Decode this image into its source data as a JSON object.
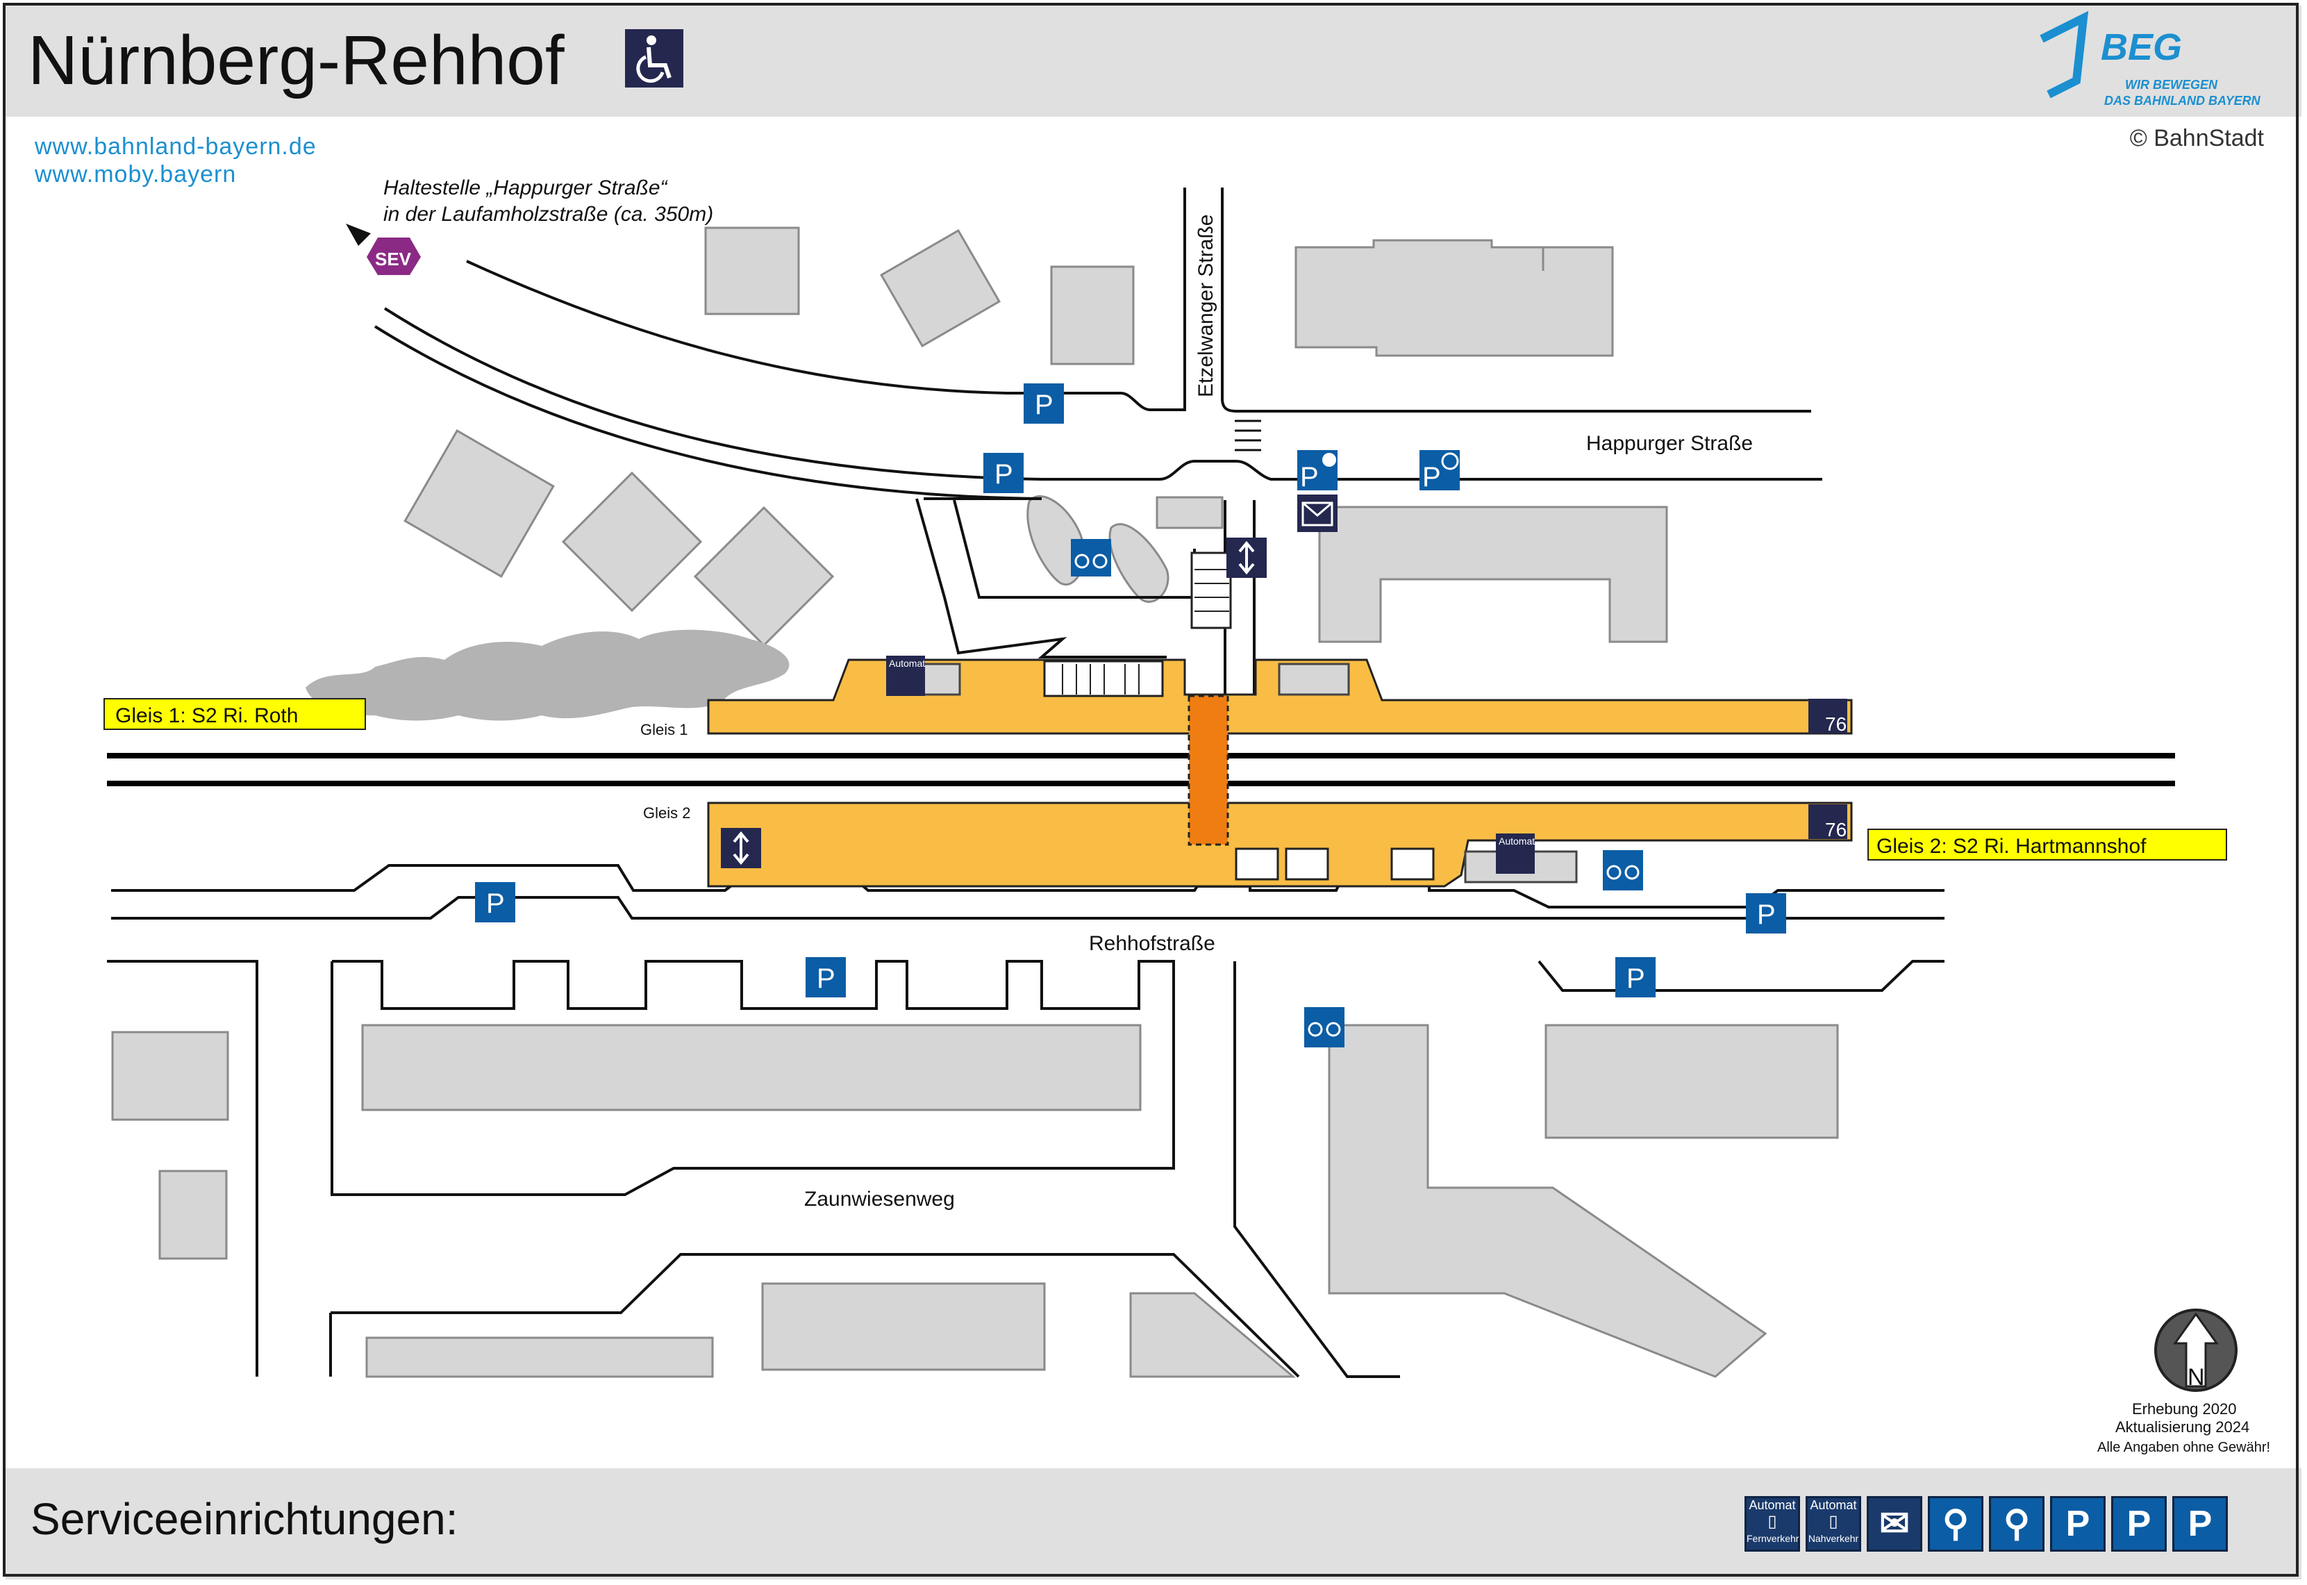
{
  "header": {
    "title": "Nürnberg-Rehhof",
    "logo": {
      "name": "BEG",
      "tagline_1": "WIR BEWEGEN",
      "tagline_2": "DAS BAHNLAND BAYERN"
    },
    "copyright": "© BahnStadt",
    "accessibility_icon": "wheelchair-icon"
  },
  "links": [
    "www.bahnland-bayern.de",
    "www.moby.bayern"
  ],
  "map": {
    "sev_label": "SEV",
    "sev_note_line1": "Haltestelle „Happurger Straße“",
    "sev_note_line2": "in der Laufamholzstraße (ca. 350m)",
    "streets": {
      "etzelwanger": "Etzelwanger Straße",
      "happurger": "Happurger Straße",
      "rehhof": "Rehhofstraße",
      "zaunwiesen": "Zaunwiesenweg"
    },
    "platforms": {
      "gleis1_label": "Gleis 1",
      "gleis2_label": "Gleis 2",
      "gleis1_direction": "Gleis 1: S2 Ri. Roth",
      "gleis2_direction": "Gleis 2: S2 Ri. Hartmannshof",
      "height_1": "76",
      "height_2": "76"
    },
    "icons": {
      "parking": "P",
      "automat": "Automat"
    },
    "colors": {
      "platform": "#f9bd45",
      "underpass": "#f07d12",
      "building": "#d6d6d6",
      "service_blue": "#0b5da5",
      "service_navy": "#24284f",
      "direction_box": "#ffff00",
      "sev": "#8b2a85"
    },
    "north_label": "N",
    "survey_line1": "Erhebung 2020",
    "survey_line2": "Aktualisierung 2024",
    "disclaimer": "Alle Angaben ohne Gewähr!"
  },
  "footer": {
    "title": "Serviceeinrichtungen:",
    "services": [
      {
        "icon": "ticket-machine-long-distance-icon",
        "top": "Automat",
        "bottom": "Fernverkehr"
      },
      {
        "icon": "ticket-machine-regional-icon",
        "top": "Automat",
        "bottom": "Nahverkehr"
      },
      {
        "icon": "mailbox-icon"
      },
      {
        "icon": "covered-bike-parking-icon"
      },
      {
        "icon": "bike-parking-icon"
      },
      {
        "icon": "disabled-parking-icon",
        "label": "P"
      },
      {
        "icon": "parking-icon",
        "label": "P"
      },
      {
        "icon": "short-term-parking-icon",
        "label": "P"
      }
    ]
  }
}
